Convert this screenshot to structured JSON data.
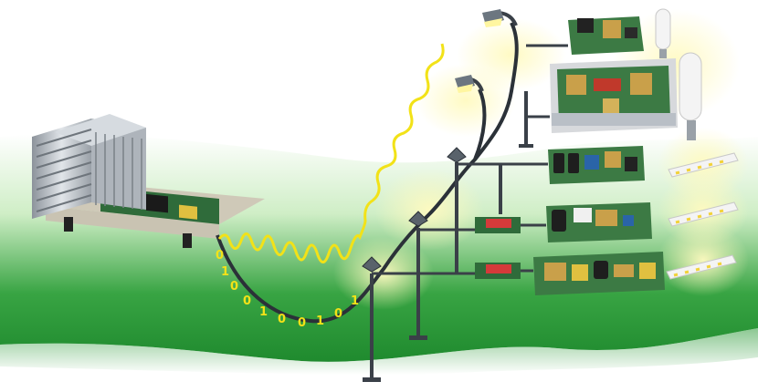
{
  "scene": {
    "binary_digits": [
      "0",
      "1",
      "0",
      "0",
      "1",
      "0",
      "0",
      "1",
      "0",
      "1"
    ],
    "colors": {
      "ground_dark": "#1f8a2e",
      "ground_light": "#d8f0d0",
      "signal": "#f2e218",
      "glow": "#fff9b0",
      "pole": "#3a4048",
      "heatsink": "#b9bfc6",
      "pcb": "#2f6b3a"
    }
  }
}
